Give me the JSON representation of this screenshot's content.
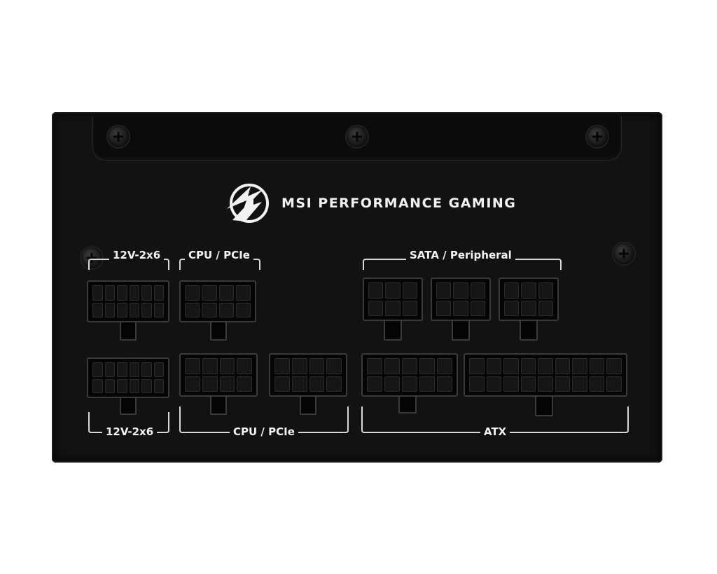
{
  "brand": {
    "name": "MSI PERFORMANCE GAMING",
    "logo_icon": "msi-dragon-emblem-icon"
  },
  "labels": {
    "top_12v": "12V-2x6",
    "top_cpu": "CPU / PCIe",
    "top_sata": "SATA / Peripheral",
    "bottom_12v": "12V-2x6",
    "bottom_cpu": "CPU / PCIe",
    "bottom_atx": "ATX"
  },
  "colors": {
    "panel": "#121212",
    "text": "#f2f2f2"
  }
}
